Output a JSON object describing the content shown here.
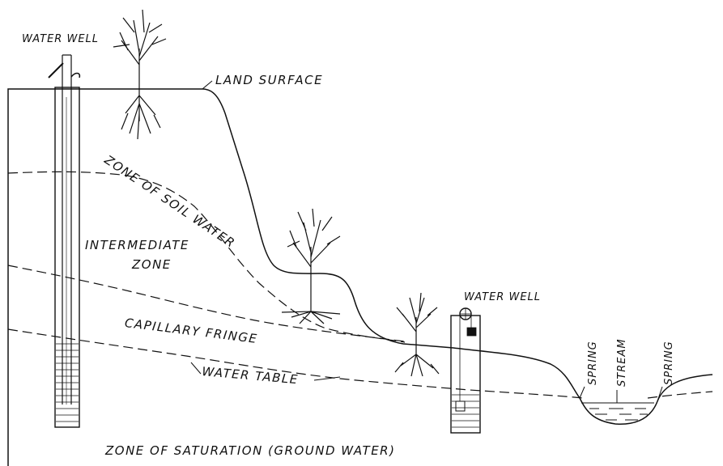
{
  "labels": {
    "water_well_left": "WATER WELL",
    "land_surface": "LAND SURFACE",
    "zone_of_soil_water": "ZONE OF SOIL WATER",
    "intermediate_zone_line1": "INTERMEDIATE",
    "intermediate_zone_line2": "ZONE",
    "water_well_right": "WATER WELL",
    "capillary_fringe": "CAPILLARY FRINGE",
    "water_table": "WATER TABLE",
    "spring_left": "SPRING",
    "stream": "STREAM",
    "spring_right": "SPRING",
    "zone_of_saturation": "ZONE OF SATURATION (GROUND WATER)"
  },
  "colors": {
    "ink": "#111111",
    "background": "#ffffff"
  }
}
